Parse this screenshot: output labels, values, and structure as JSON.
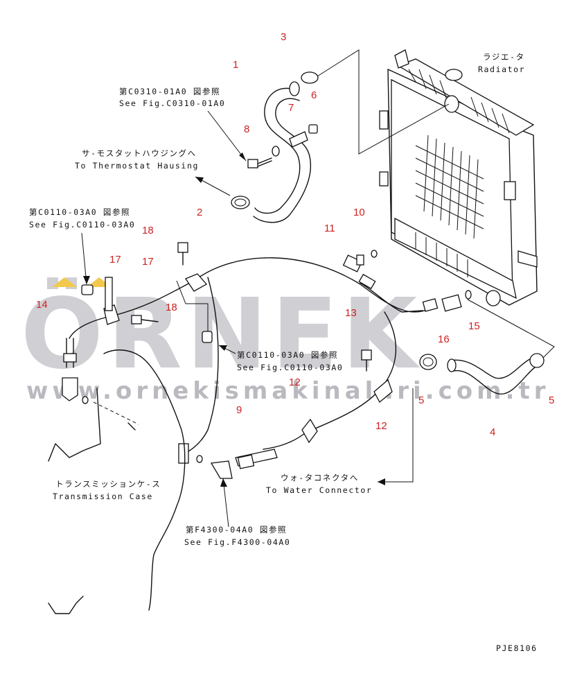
{
  "watermark": {
    "brand": "ÖRNEK",
    "url": "www.ornekismakinalari.com.tr",
    "accent_color": "#f2c94c",
    "gray_color": "#cfcfd4"
  },
  "labels": {
    "radiator_jp": "ラジエ-タ",
    "radiator_en": "Radiator",
    "fig_c0310_jp": "第C0310-01A0 図参照",
    "fig_c0310_en": "See Fig.C0310-01A0",
    "thermostat_jp": "サ-モスタットハウジングへ",
    "thermostat_en": "To Thermostat Hausing",
    "fig_c0110_a_jp": "第C0110-03A0 図参照",
    "fig_c0110_a_en": "See Fig.C0110-03A0",
    "fig_c0110_b_jp": "第C0110-03A0 図参照",
    "fig_c0110_b_en": "See Fig.C0110-03A0",
    "transmission_jp": "トランスミッションケ-ス",
    "transmission_en": "Transmission Case",
    "water_jp": "ウォ-タコネクタへ",
    "water_en": "To Water Connector",
    "fig_f4300_jp": "第F4300-04A0 図参照",
    "fig_f4300_en": "See Fig.F4300-04A0",
    "drawing_code": "PJE8106"
  },
  "callouts": {
    "n1": "1",
    "n2": "2",
    "n3": "3",
    "n4": "4",
    "n5a": "5",
    "n5b": "5",
    "n6": "6",
    "n7": "7",
    "n8": "8",
    "n9": "9",
    "n10": "10",
    "n11": "11",
    "n12a": "12",
    "n12b": "12",
    "n13": "13",
    "n14": "14",
    "n15": "15",
    "n16": "16",
    "n17a": "17",
    "n17b": "17",
    "n18a": "18",
    "n18b": "18"
  },
  "colors": {
    "callout": "#cc2222",
    "line": "#111111"
  }
}
